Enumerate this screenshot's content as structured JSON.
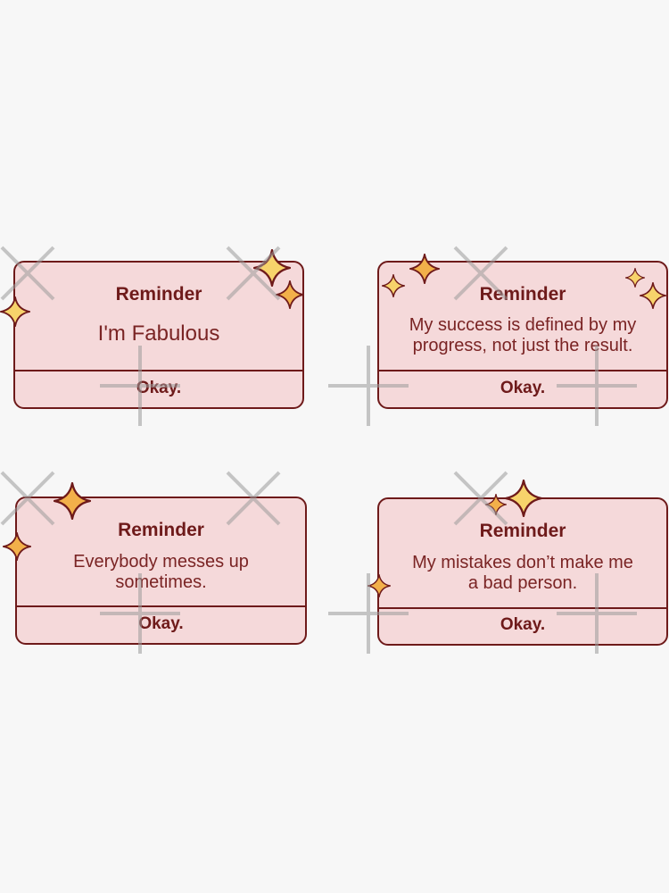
{
  "cards": [
    {
      "title": "Reminder",
      "message_lines": [
        "I'm Fabulous"
      ],
      "button": "Okay."
    },
    {
      "title": "Reminder",
      "message_lines": [
        "My success is defined by my",
        "progress, not just the result."
      ],
      "button": "Okay."
    },
    {
      "title": "Reminder",
      "message_lines": [
        "Everybody messes up",
        "sometimes."
      ],
      "button": "Okay."
    },
    {
      "title": "Reminder",
      "message_lines": [
        "My mistakes don’t make me",
        "a bad person."
      ],
      "button": "Okay."
    }
  ],
  "colors": {
    "background": "#f7f7f7",
    "card_fill": "#f5d9da",
    "card_border": "#6e1a1a",
    "text": "#6e1a1a",
    "sparkle_light": "#f7d36b",
    "sparkle_dark": "#f2b04a"
  },
  "icons": {
    "sparkle": "four-point-star-sparkle",
    "watermark": "gray-cross-watermark"
  }
}
